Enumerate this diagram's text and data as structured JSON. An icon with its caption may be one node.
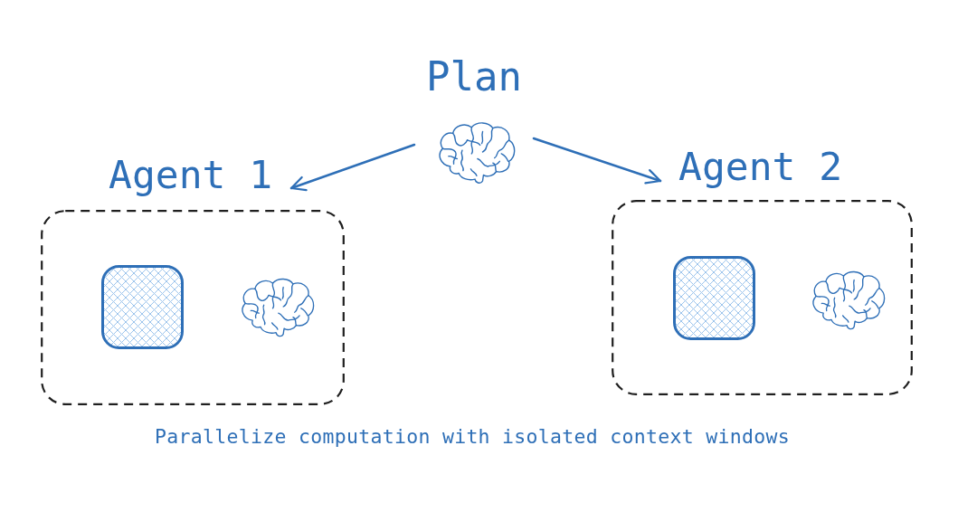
{
  "diagram": {
    "caption": "Parallelize computation with isolated context windows",
    "nodes": [
      {
        "text": [
          "Plan"
        ]
      },
      {
        "text": [
          "Agent 1"
        ]
      },
      {
        "text": [],
        "shape": "box",
        "in": 1
      },
      {
        "text": [],
        "shape": "picture",
        "in": 1
      },
      {
        "text": [
          "Agent 2"
        ]
      },
      {
        "text": [],
        "shape": "box",
        "in": 4
      },
      {
        "text": [],
        "shape": "picture",
        "in": 4
      }
    ],
    "edges": [
      {
        "from": 0,
        "to": 1,
        "arrow": "to"
      },
      {
        "from": 0,
        "to": 4,
        "arrow": "to"
      }
    ]
  }
}
